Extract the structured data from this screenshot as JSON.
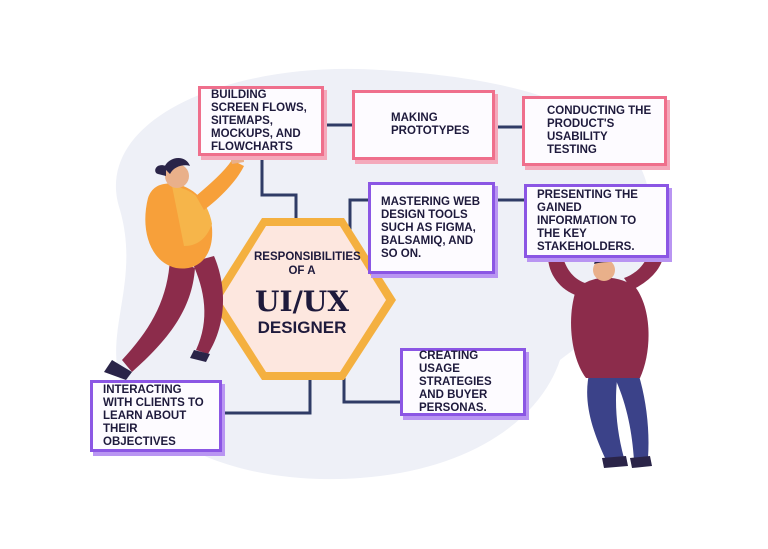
{
  "center": {
    "subtitle": "RESPONSIBILITIES OF A",
    "title": "UI/UX",
    "title_suffix": "DESIGNER"
  },
  "boxes": {
    "flows": "BUILDING SCREEN FLOWS, SITEMAPS, MOCKUPS, AND FLOWCHARTS",
    "prototypes": "MAKING PROTOTYPES",
    "usability": "CONDUCTING THE PRODUCT'S USABILITY TESTING",
    "tools": "MASTERING WEB DESIGN TOOLS SUCH AS FIGMA, BALSAMIQ, AND SO ON.",
    "presenting": "PRESENTING THE GAINED INFORMATION TO THE KEY STAKEHOLDERS.",
    "usage": "CREATING USAGE STRATEGIES AND BUYER PERSONAS.",
    "clients": "INTERACTING WITH CLIENTS TO LEARN ABOUT THEIR OBJECTIVES"
  },
  "colors": {
    "pink_border": "#ef6f8c",
    "purple_border": "#8b56e4",
    "connector": "#2f3b66",
    "hex_fill": "#fde7df",
    "hex_border": "#f2a93a",
    "blob": "#eef0f7"
  }
}
